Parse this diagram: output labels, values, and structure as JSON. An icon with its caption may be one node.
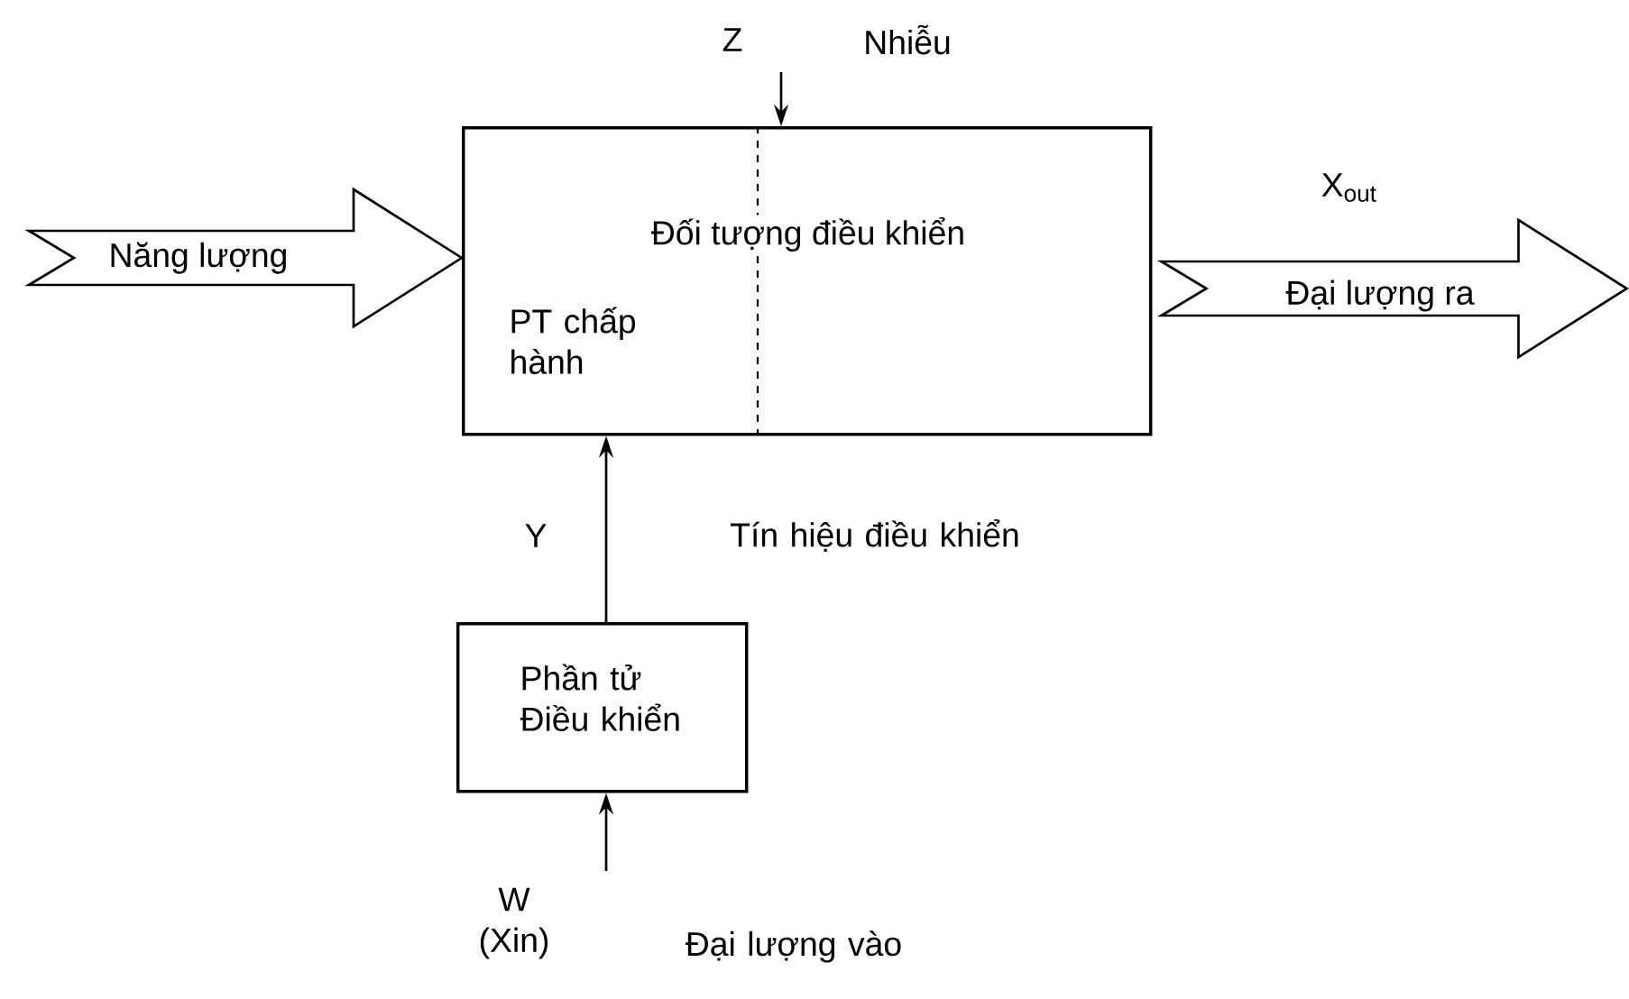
{
  "diagram": {
    "nodes": [
      {
        "text": [
          "Đối tượng điều khiển",
          "PT chấp hành"
        ]
      },
      {
        "text": [
          "Phần tử Điều khiển"
        ]
      }
    ],
    "edges": [
      {
        "from": null,
        "to": 0,
        "arrow": "to",
        "label": "Năng lượng",
        "style": "thick"
      },
      {
        "from": 0,
        "to": null,
        "arrow": "to",
        "label": "Đại lượng ra",
        "style": "thick"
      },
      {
        "from": null,
        "to": 0,
        "arrow": "to"
      },
      {
        "from": 1,
        "to": 0,
        "arrow": "to"
      },
      {
        "from": null,
        "to": 1,
        "arrow": "to"
      }
    ],
    "labels": [
      "Z",
      "Nhiễu",
      "X$_{out}$",
      "Y",
      "Tín hiệu điều khiển",
      "W (Xin)",
      "Đại lượng vào"
    ]
  }
}
